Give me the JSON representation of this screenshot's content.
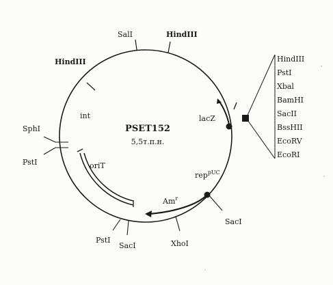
{
  "plasmid": {
    "name": "PSET152",
    "size": "5,5т.п.н."
  },
  "features": {
    "int": "int",
    "oriT": "oriT",
    "lacZ": "lacZ",
    "rep": "rep",
    "rep_sup": "pUC",
    "amr": "Am",
    "amr_sup": "r"
  },
  "sites": {
    "hindiii_left": "HindIII",
    "sali": "SalI",
    "hindiii_top": "HindIII",
    "sphi": "SphI",
    "psti_left": "PstI",
    "psti_bottom": "PstI",
    "saci_bottom": "SacI",
    "xhoi": "XhoI",
    "saci_right": "SacI"
  },
  "mcs": [
    "HindIII",
    "PstI",
    "Xbal",
    "BamHI",
    "SacII",
    "BssHII",
    "EcoRV",
    "EcoRI"
  ]
}
